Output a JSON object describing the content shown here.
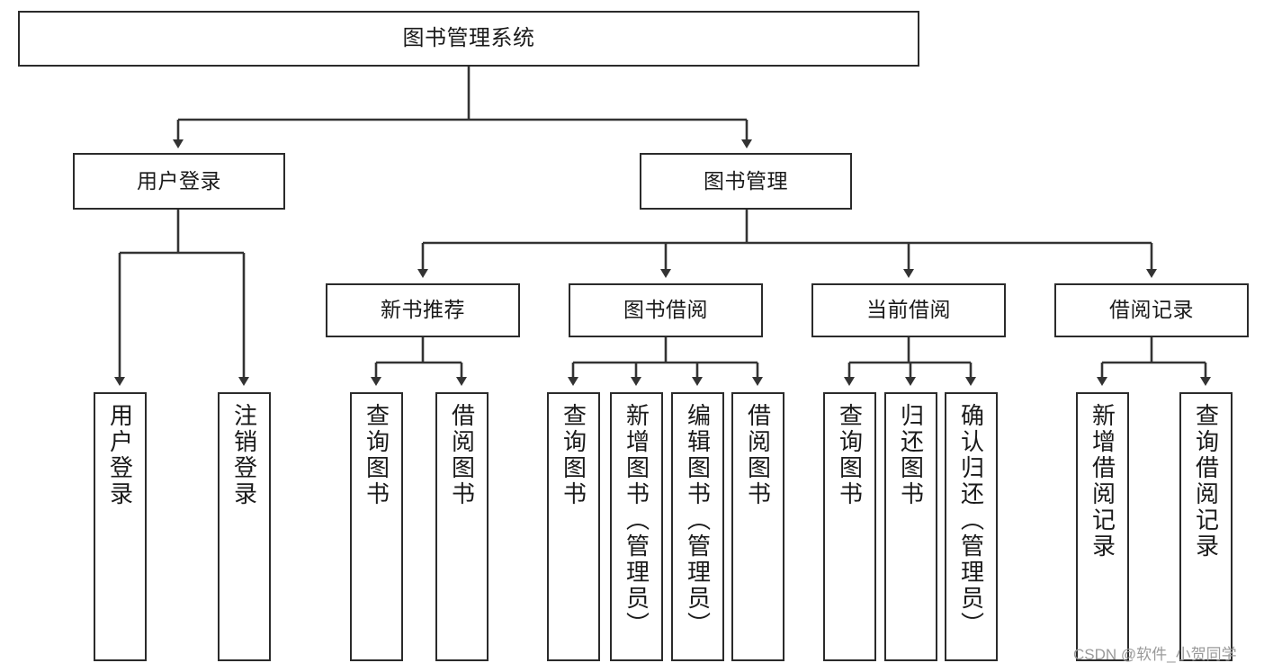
{
  "diagram": {
    "type": "tree-hierarchy",
    "title": "图书管理系统",
    "orientation": "top-down",
    "colors": {
      "box_border": "#2b2b2b",
      "box_fill": "#ffffff",
      "connector": "#333333",
      "text": "#1a1a1a",
      "watermark": "#9a9a9a"
    },
    "nodes": {
      "root": {
        "label": "图书管理系统"
      },
      "level2": [
        {
          "label": "用户登录"
        },
        {
          "label": "图书管理"
        }
      ],
      "level3": [
        {
          "label": "新书推荐"
        },
        {
          "label": "图书借阅"
        },
        {
          "label": "当前借阅"
        },
        {
          "label": "借阅记录"
        }
      ],
      "leaves_user_login": [
        {
          "label": "用户登录"
        },
        {
          "label": "注销登录"
        }
      ],
      "leaves_new_book": [
        {
          "label": "查询图书"
        },
        {
          "label": "借阅图书"
        }
      ],
      "leaves_book_borrow": [
        {
          "label": "查询图书"
        },
        {
          "label": "新增图书（管理员）"
        },
        {
          "label": "编辑图书（管理员）"
        },
        {
          "label": "借阅图书"
        }
      ],
      "leaves_current_borrow": [
        {
          "label": "查询图书"
        },
        {
          "label": "归还图书"
        },
        {
          "label": "确认归还（管理员）"
        }
      ],
      "leaves_borrow_record": [
        {
          "label": "新增借阅记录"
        },
        {
          "label": "查询借阅记录"
        }
      ]
    }
  },
  "watermark": {
    "text": "CSDN @软件_小贺同学"
  }
}
